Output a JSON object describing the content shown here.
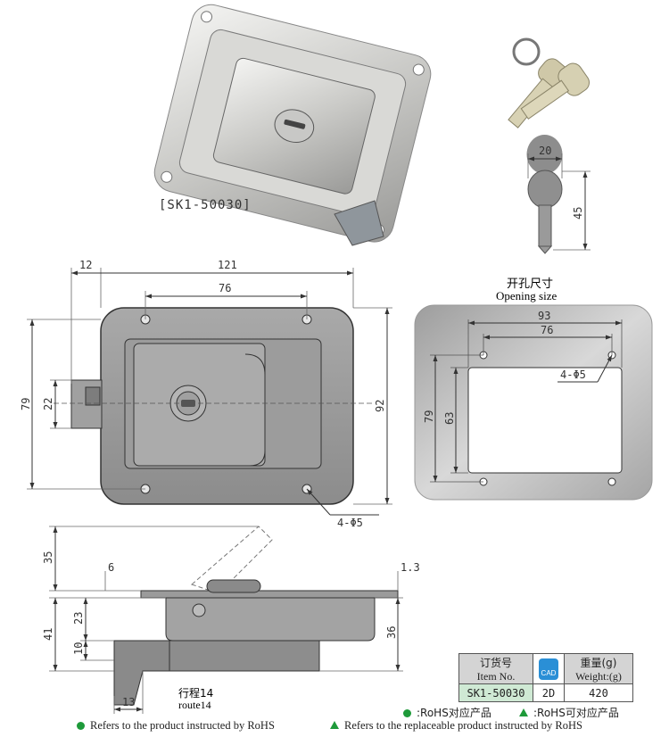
{
  "product": {
    "code_label": "[SK1-50030]"
  },
  "key_dims": {
    "width": "20",
    "height": "45"
  },
  "front_view": {
    "d12": "12",
    "d121": "121",
    "d76": "76",
    "d79": "79",
    "d22": "22",
    "d92": "92",
    "holes": "4-Φ5"
  },
  "opening": {
    "title_cn": "开孔尺寸",
    "title_en": "Opening size",
    "d93": "93",
    "d76": "76",
    "d79": "79",
    "d63": "63",
    "holes": "4-Φ5"
  },
  "side_view": {
    "d35": "35",
    "d6": "6",
    "d13_top": "1.3",
    "d23": "23",
    "d41": "41",
    "d10": "10",
    "d36": "36",
    "d13": "13",
    "route_cn": "行程14",
    "route_en": "route14"
  },
  "spec_table": {
    "h_item_cn": "订货号",
    "h_item_en": "Item No.",
    "h_cad": "CAD",
    "h_weight_cn": "重量(g)",
    "h_weight_en": "Weight:(g)",
    "item_no": "SK1-50030",
    "cad": "2D",
    "weight": "420"
  },
  "rohs": {
    "dot_note": ":RoHS对应产品",
    "tri_note": ":RoHS可对应产品"
  },
  "footer": {
    "dot_text": "Refers to the product instructed by RoHS",
    "tri_text": "Refers to the replaceable product instructed by RoHS"
  },
  "colors": {
    "rohs_green": "#1e9a3a",
    "item_bg": "#cfe9d4",
    "cad_blue": "#2a8fd6"
  }
}
